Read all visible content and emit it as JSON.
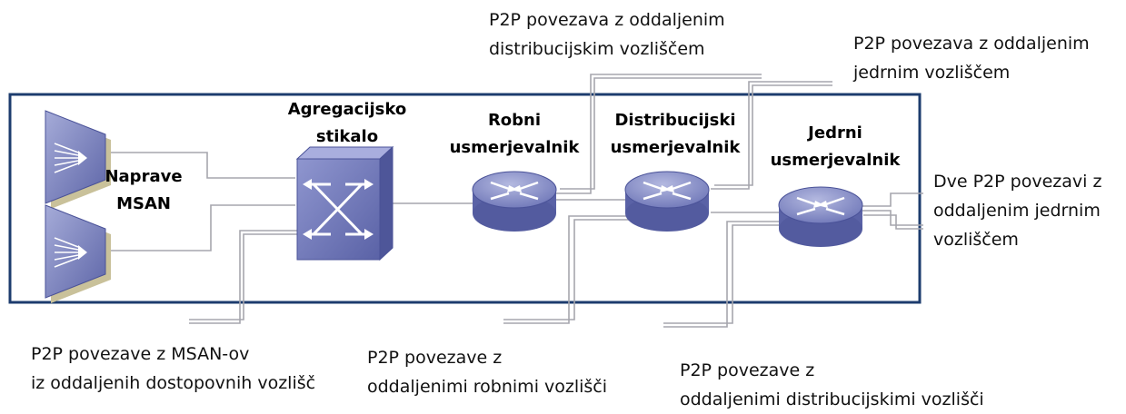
{
  "nodes": {
    "msan": {
      "line1": "Naprave",
      "line2": "MSAN"
    },
    "aggregation_switch": {
      "line1": "Agregacijsko",
      "line2": "stikalo"
    },
    "edge_router": {
      "line1": "Robni",
      "line2": "usmerjevalnik"
    },
    "distribution_router": {
      "line1": "Distribucijski",
      "line2": "usmerjevalnik"
    },
    "core_router": {
      "line1": "Jedrni",
      "line2": "usmerjevalnik"
    }
  },
  "annotations": {
    "p2p_remote_distribution": {
      "line1": "P2P povezava z oddaljenim",
      "line2": "distribucijskim vozliščem"
    },
    "p2p_remote_core": {
      "line1": "P2P povezava z oddaljenim",
      "line2": "jedrnim vozliščem"
    },
    "two_p2p_remote_core": {
      "line1": "Dve P2P povezavi z",
      "line2": "oddaljenim jedrnim",
      "line3": "vozliščem"
    },
    "p2p_msan_remote_access": {
      "line1": "P2P povezave z MSAN-ov",
      "line2": "iz oddaljenih dostopovnih vozlišč"
    },
    "p2p_remote_edge": {
      "line1": "P2P povezave z",
      "line2": "oddaljenimi robnimi vozlišči"
    },
    "p2p_remote_distribution_nodes": {
      "line1": "P2P povezave z",
      "line2": "oddaljenimi distribucijskimi vozlišči"
    }
  },
  "colors": {
    "frame": "#1d3c6e",
    "wire": "#a6a6ad",
    "msan_body": "#6f77b8",
    "switch_body": "#6a72b5",
    "router_body": "#6c74b8"
  },
  "icons": {
    "msan": "msan-device-icon",
    "switch": "aggregation-switch-icon",
    "router": "router-icon"
  }
}
